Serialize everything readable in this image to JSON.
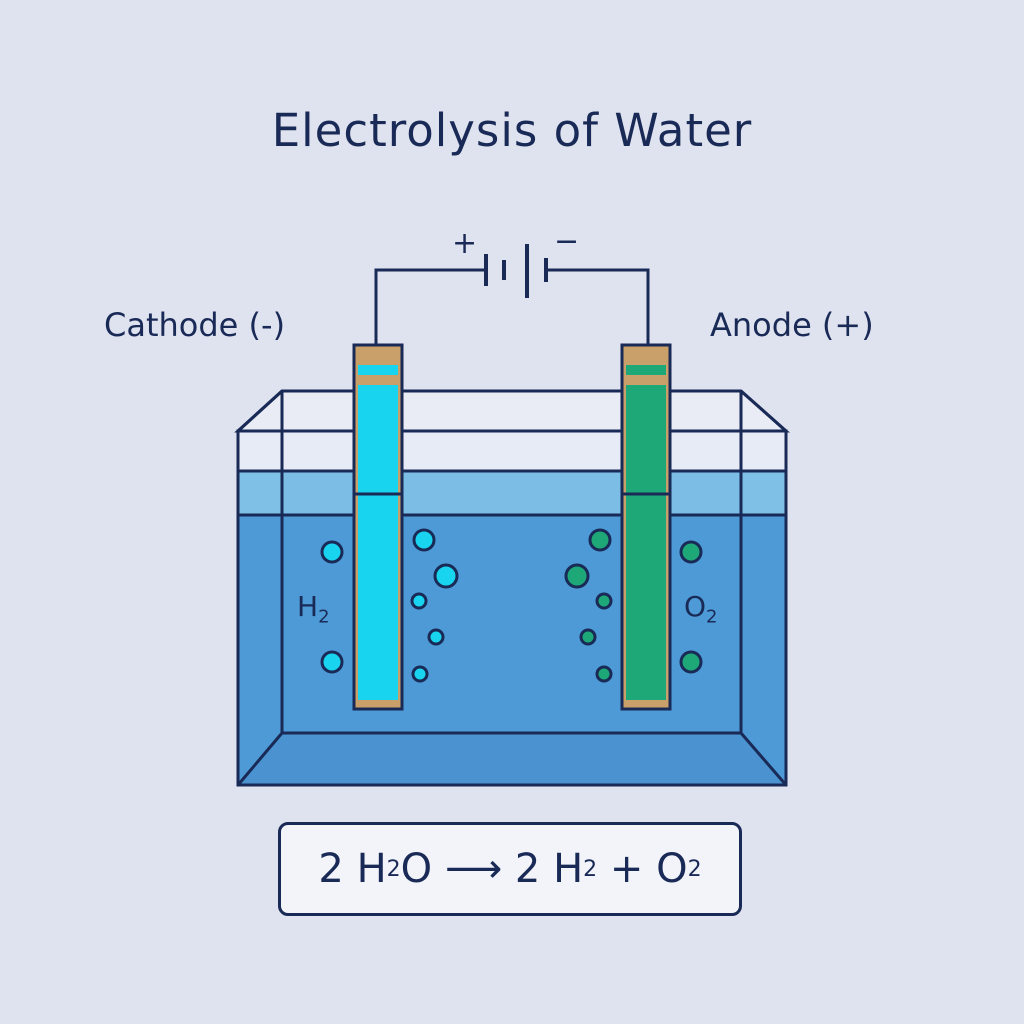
{
  "title": "Electrolysis of Water",
  "electrodes": {
    "cathode_label": "Cathode (-)",
    "anode_label": "Anode (+)"
  },
  "battery": {
    "plus_sign": "+",
    "minus_sign": "−"
  },
  "gases": {
    "cathode_gas": "H",
    "cathode_gas_subscript": "2",
    "anode_gas": "O",
    "anode_gas_subscript": "2"
  },
  "equation": {
    "lhs_coefficient": "2",
    "lhs_molecule": "H",
    "lhs_subscript": "2",
    "lhs_suffix": "O",
    "arrow": "⟶",
    "rhs_coefficient": "2",
    "rhs_molecule_1": "H",
    "rhs_subscript_1": "2",
    "plus": "+",
    "rhs_molecule_2": "O",
    "rhs_subscript_2": "2"
  },
  "colors": {
    "background": "#dfe3ef",
    "outline": "#1a2a57",
    "water": "#4d9ad6",
    "water_surface": "#7ec0e6",
    "cathode": "#18d4ee",
    "anode": "#1ea878",
    "electrode_cap": "#c9a06a"
  }
}
